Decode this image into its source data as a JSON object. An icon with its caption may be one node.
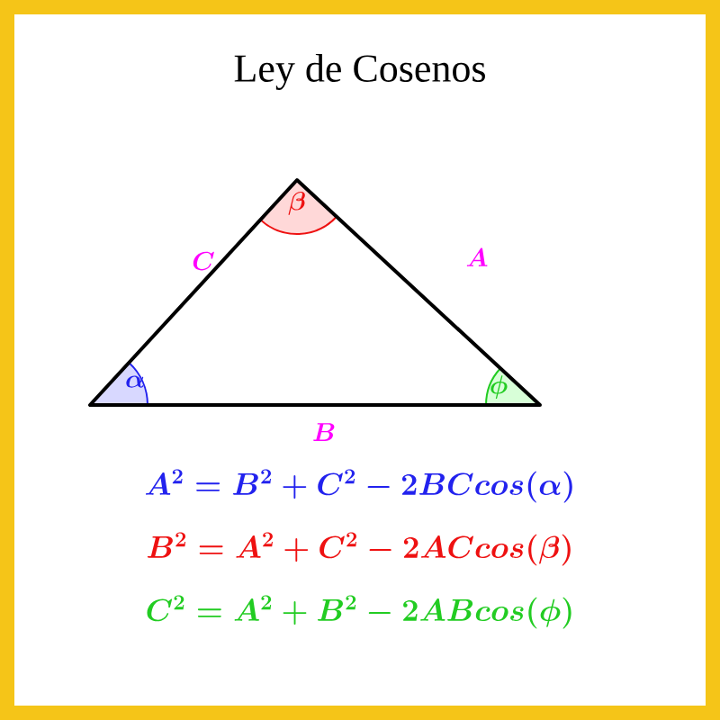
{
  "diagram": {
    "title": "Ley de Cosenos",
    "labels": [
      "\\beta",
      "C",
      "A",
      "\\alpha",
      "\\phi",
      "B",
      "A^2 = B^2 + C^2 - 2BCcos(\\alpha)",
      "B^2 = A^2 + C^2 - 2ACcos(\\beta)",
      "C^2 = A^2 + B^2 - 2ABcos(\\phi)"
    ]
  }
}
